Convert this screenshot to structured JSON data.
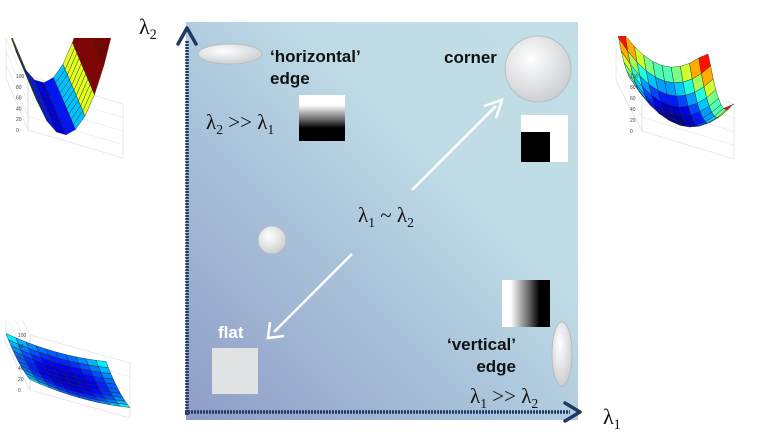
{
  "axes": {
    "x_label_symbol": "λ",
    "x_label_sub": "1",
    "y_label_symbol": "λ",
    "y_label_sub": "2"
  },
  "regions": {
    "horizontal_edge_line1": "‘horizontal’",
    "horizontal_edge_line2": "edge",
    "corner": "corner",
    "flat": "flat",
    "vertical_edge_line1": "‘vertical’",
    "vertical_edge_line2": "edge"
  },
  "relations": {
    "horizontal": {
      "a": "λ",
      "a_sub": "2",
      "op": " >> ",
      "b": "λ",
      "b_sub": "1"
    },
    "similar": {
      "a": "λ",
      "a_sub": "1",
      "op": " ~ ",
      "b": "λ",
      "b_sub": "2"
    },
    "vertical": {
      "a": "λ",
      "a_sub": "1",
      "op": " >> ",
      "b": "λ",
      "b_sub": "2"
    }
  },
  "colors": {
    "axis": "#1f3864",
    "arrow": "#ffffff",
    "panel_start": "#8f9cc6",
    "panel_end": "#c3dee7"
  }
}
